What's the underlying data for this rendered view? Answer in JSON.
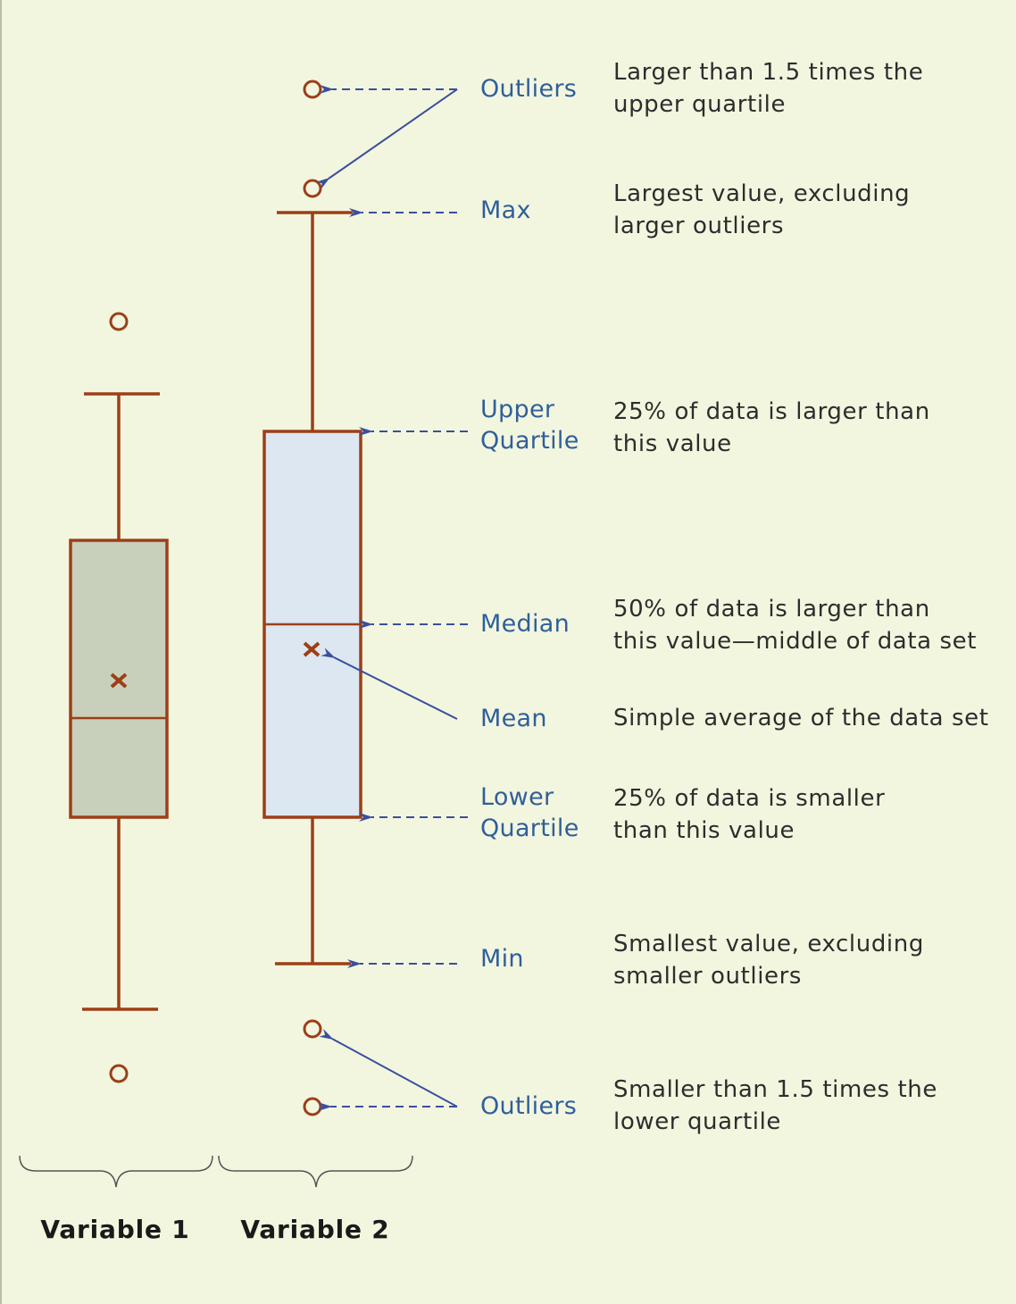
{
  "variables": [
    {
      "label": "Variable 1"
    },
    {
      "label": "Variable 2"
    }
  ],
  "annotations": [
    {
      "term_lines": [
        "Outliers"
      ],
      "desc_lines": [
        "Larger than 1.5 times the",
        "upper quartile"
      ]
    },
    {
      "term_lines": [
        "Max"
      ],
      "desc_lines": [
        "Largest value, excluding",
        "larger outliers"
      ]
    },
    {
      "term_lines": [
        "Upper",
        "Quartile"
      ],
      "desc_lines": [
        "25% of data is larger than",
        "this value"
      ]
    },
    {
      "term_lines": [
        "Median"
      ],
      "desc_lines": [
        "50% of data is larger than",
        "this value—middle of data set"
      ]
    },
    {
      "term_lines": [
        "Mean"
      ],
      "desc_lines": [
        "Simple average of the data set"
      ]
    },
    {
      "term_lines": [
        "Lower",
        "Quartile"
      ],
      "desc_lines": [
        "25% of data is smaller",
        "than this value"
      ]
    },
    {
      "term_lines": [
        "Min"
      ],
      "desc_lines": [
        "Smallest value, excluding",
        "smaller outliers"
      ]
    },
    {
      "term_lines": [
        "Outliers"
      ],
      "desc_lines": [
        "Smaller than 1.5 times the",
        "lower quartile"
      ]
    }
  ],
  "colors": {
    "background": "#f3f6df",
    "box_stroke": "#9c3f17",
    "box1_fill": "#c8d0bb",
    "box2_fill": "#dce7f1",
    "arrow": "#3a4f9e",
    "term_text": "#2f5f9a",
    "desc_text": "#2d2d2d"
  }
}
